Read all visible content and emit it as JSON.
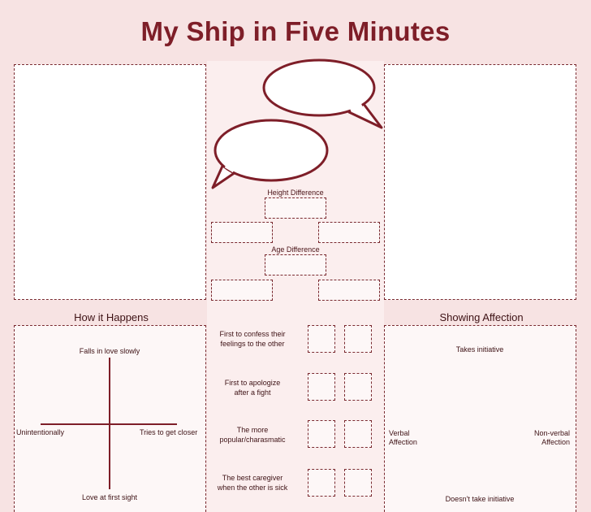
{
  "title": "My Ship in Five Minutes",
  "center": {
    "height_label": "Height Difference",
    "age_label": "Age Difference"
  },
  "how_it_happens": {
    "title": "How it Happens",
    "top": "Falls in love slowly",
    "bottom": "Love at first sight",
    "left": "Unintentionally",
    "right": "Tries to get closer"
  },
  "showing_affection": {
    "title": "Showing Affection",
    "top": "Takes initiative",
    "bottom": "Doesn't take initiative",
    "left_line1": "Verbal",
    "left_line2": "Affection",
    "right_line1": "Non-verbal",
    "right_line2": "Affection"
  },
  "questions": [
    {
      "line1": "First to confess their",
      "line2": "feelings to the other"
    },
    {
      "line1": "First to apologize",
      "line2": "after a fight"
    },
    {
      "line1": "The more",
      "line2": "popular/charasmatic"
    },
    {
      "line1": "The best caregiver",
      "line2": "when the other is sick"
    }
  ],
  "colors": {
    "background": "#f7e3e3",
    "accent": "#7e1e28",
    "line": "#7a2a30"
  }
}
